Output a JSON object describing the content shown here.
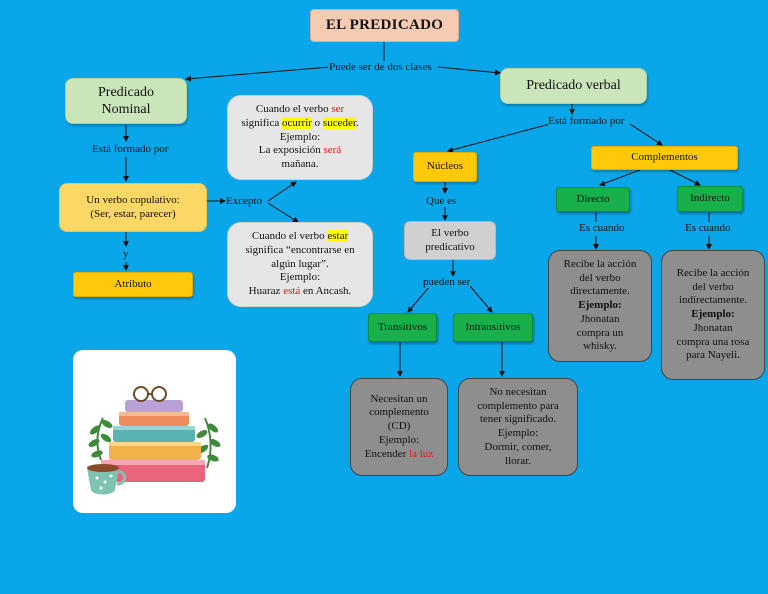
{
  "title": "EL PREDICADO",
  "connectors": {
    "puede_ser": "Puede ser de dos clases",
    "esta_formado_nominal": "Está formado por",
    "excepto": "Excepto",
    "y": "y",
    "esta_formado_verbal": "Está formado por",
    "que_es": "Que es",
    "pueden_ser": "pueden ser",
    "es_cuando_directo": "Es cuando",
    "es_cuando_indirecto": "Es cuando"
  },
  "nominal": {
    "title_line1": "Predicado",
    "title_line2": "Nominal",
    "verbo_line1": "Un verbo copulativo:",
    "verbo_line2": "(Ser, estar, parecer)",
    "atributo": "Atributo"
  },
  "excepcion_ser": {
    "l1a": "Cuando el verbo ",
    "l1b": "ser",
    "l2a": "significa ",
    "l2b": "ocurrir",
    "l2c": " o ",
    "l2d": "suceder",
    "l2e": ".",
    "l3": "Ejemplo:",
    "l4a": "La exposición ",
    "l4b": "será",
    "l5": "mañana."
  },
  "excepcion_estar": {
    "l1a": "Cuando el verbo ",
    "l1b": "estar",
    "l2": "significa “encontrarse en",
    "l3": "algún lugar”.",
    "l4": "Ejemplo:",
    "l5a": "Huaraz ",
    "l5b": "está",
    "l5c": " en Ancash."
  },
  "verbal": {
    "title": "Predicado verbal",
    "nucleos": "Núcleos",
    "complementos": "Complementos",
    "verbo_pred_line1": "El verbo",
    "verbo_pred_line2": "predicativo",
    "transitivos": "Transitivos",
    "intransitivos": "Intransitivos",
    "directo": "Directo",
    "indirecto": "Indirecto"
  },
  "transitivos_desc": {
    "l1": "Necesitan un",
    "l2": "complemento",
    "l3": "(CD)",
    "l4": "Ejemplo:",
    "l5a": "Encender ",
    "l5b": "la luz"
  },
  "intransitivos_desc": {
    "l1": "No necesitan",
    "l2": "complemento para",
    "l3": "tener significado.",
    "l4": "Ejemplo:",
    "l5": "Dormir, comer,",
    "l6": "llorar."
  },
  "directo_desc": {
    "l1": "Recibe la acción",
    "l2": "del verbo",
    "l3": "directamente.",
    "l4": "Ejemplo:",
    "l5": "Jhonatan",
    "l6": "compra un",
    "l7": "whisky."
  },
  "indirecto_desc": {
    "l1": "Recibe la acción",
    "l2": "del verbo",
    "l3": "indirectamente.",
    "l4": "Ejemplo:",
    "l5": "Jhonatan",
    "l6": "compra una rosa",
    "l7": "para Nayeli."
  },
  "colors": {
    "background": "#0aa6ea",
    "title_box": "#f6cbb4",
    "green_soft": "#c9e5b9",
    "yellow": "#ffc90a",
    "green_dark": "#18b04a",
    "grey_dark": "#8e8e8e",
    "grey_light": "#e6e6e6",
    "highlight": "#ffff00",
    "red_text": "#e01818"
  },
  "illustration": "stack-of-books-with-glasses-and-teacup"
}
